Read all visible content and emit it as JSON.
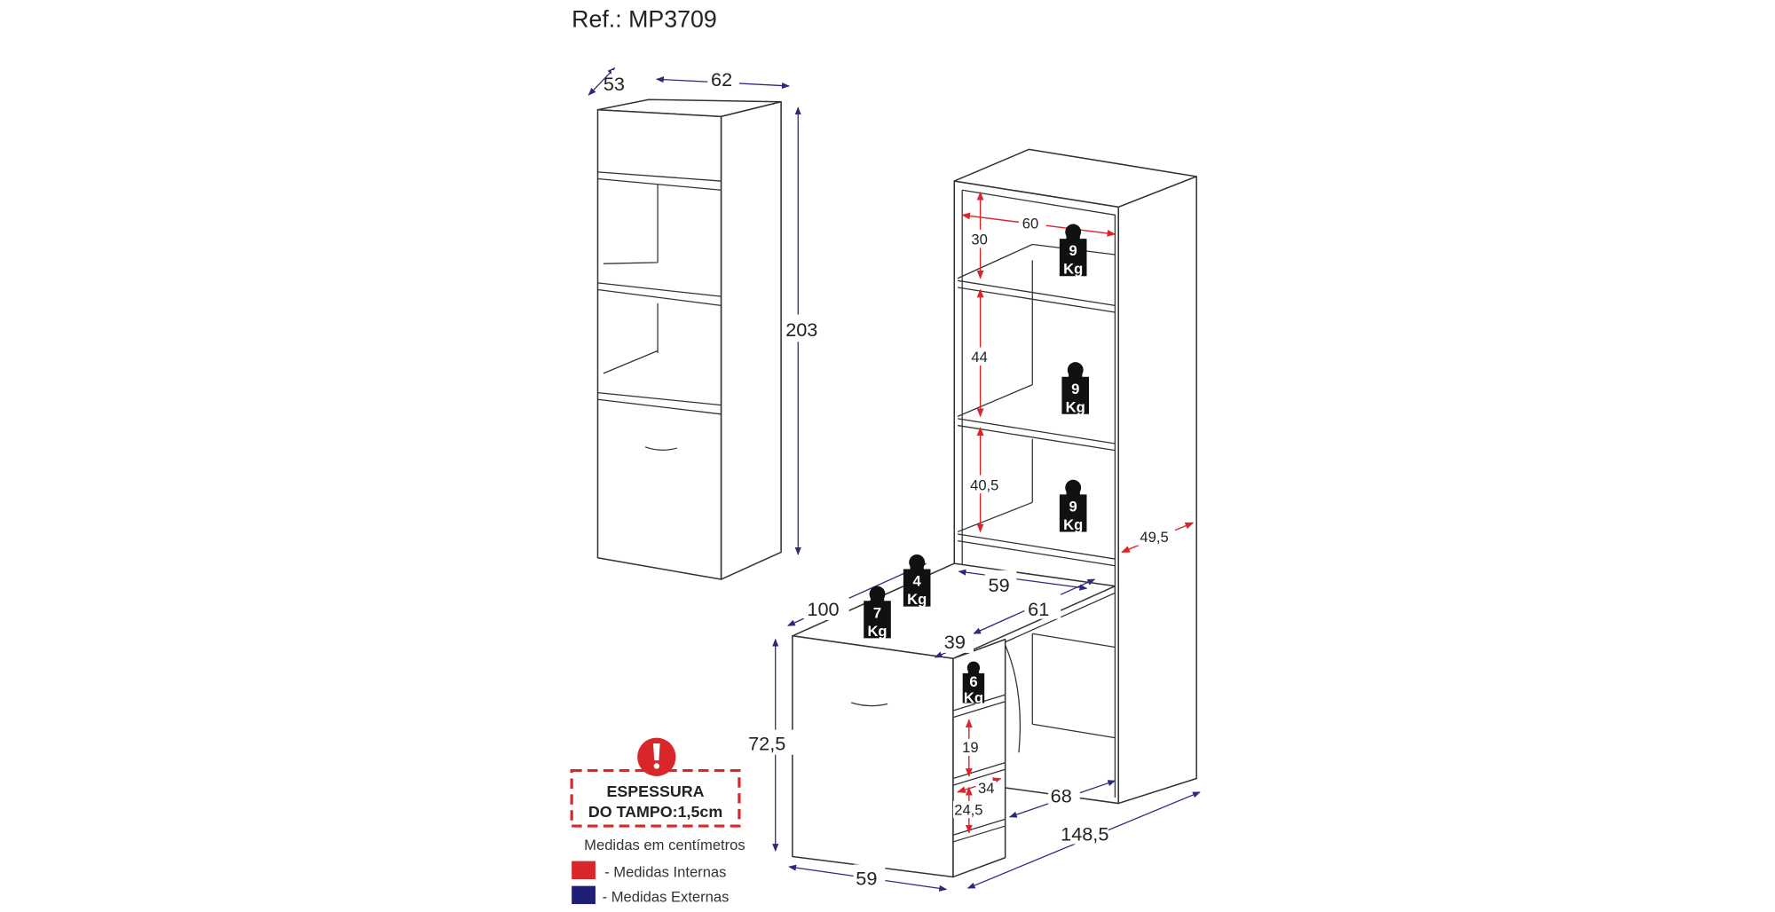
{
  "title": "Ref.: MP3709",
  "dimensions": {
    "left_depth": "53",
    "left_width": "62",
    "left_height": "203",
    "int_width_top": "60",
    "int_h1": "30",
    "int_h2": "44",
    "int_h3": "40,5",
    "int_depth": "49,5",
    "desk_59": "59",
    "desk_100": "100",
    "desk_61": "61",
    "desk_39": "39",
    "desk_height": "72,5",
    "niche_19": "19",
    "niche_34": "34",
    "niche_24_5": "24,5",
    "ext_68": "68",
    "ext_148_5": "148,5",
    "base_59": "59"
  },
  "weights": [
    {
      "num": "9",
      "unit": "Kg"
    },
    {
      "num": "9",
      "unit": "Kg"
    },
    {
      "num": "9",
      "unit": "Kg"
    },
    {
      "num": "4",
      "unit": "Kg"
    },
    {
      "num": "7",
      "unit": "Kg"
    },
    {
      "num": "6",
      "unit": "Kg"
    }
  ],
  "notice": {
    "line1": "ESPESSURA",
    "line2": "DO TAMPO:1,5cm"
  },
  "legend": {
    "units": "Medidas em centímetros",
    "internal": "- Medidas Internas",
    "external": "- Medidas Externas",
    "internal_color": "#d8262b",
    "external_color": "#1f1f78"
  }
}
